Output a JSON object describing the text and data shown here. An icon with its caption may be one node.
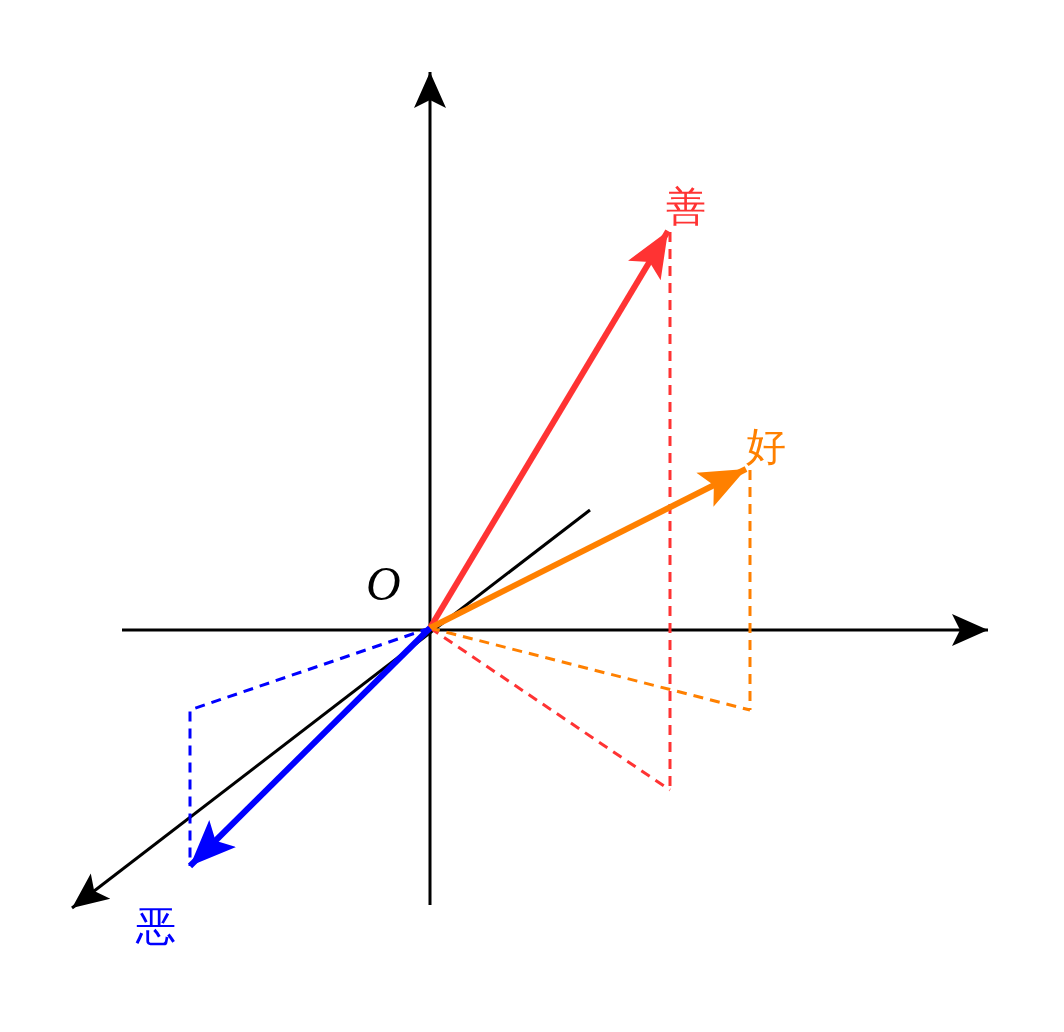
{
  "diagram": {
    "nodes": [
      {
        "text": [
          "O"
        ]
      },
      {
        "text": [
          "善"
        ]
      },
      {
        "text": [
          "好"
        ]
      },
      {
        "text": [
          "恶"
        ]
      }
    ],
    "edges": [
      {
        "from": 0,
        "to": 1,
        "arrow": "to",
        "color": "#ff3333"
      },
      {
        "from": 0,
        "to": 2,
        "arrow": "to",
        "color": "#ff8000"
      },
      {
        "from": 0,
        "to": 3,
        "arrow": "to",
        "color": "#0000ff"
      }
    ]
  }
}
